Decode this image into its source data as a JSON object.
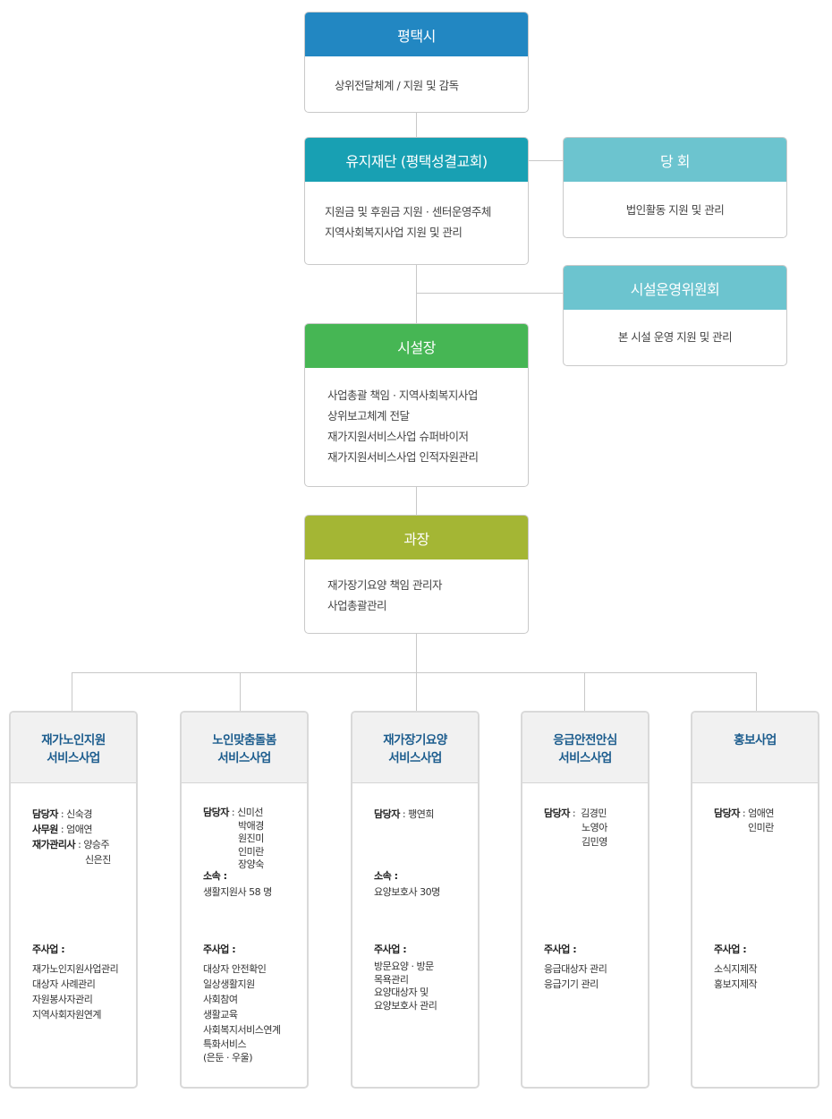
{
  "top": {
    "city": {
      "title": "평택시",
      "lines": [
        "상위전달체계 / 지원 및 감독"
      ]
    },
    "foundation": {
      "title": "유지재단 (평택성결교회)",
      "lines": [
        "지원금 및 후원금 지원 · 센터운영주체",
        "지역사회복지사업 지원 및 관리"
      ]
    },
    "council": {
      "title": "당 회",
      "lines": [
        "법인활동 지원 및 관리"
      ]
    },
    "committee": {
      "title": "시설운영위원회",
      "lines": [
        "본 시설 운영 지원 및 관리"
      ]
    },
    "director": {
      "title": "시설장",
      "lines": [
        "사업총괄 책임 · 지역사회복지사업",
        "상위보고체계 전달",
        "재가지원서비스사업 슈퍼바이저",
        "재가지원서비스사업 인적자원관리"
      ]
    },
    "manager": {
      "title": "과장",
      "lines": [
        "재가장기요양 책임 관리자",
        "사업총괄관리"
      ]
    }
  },
  "depts": [
    {
      "title": [
        "재가노인지원",
        "서비스사업"
      ],
      "staff": [
        {
          "label": "담당자",
          "names": [
            "신숙경"
          ]
        },
        {
          "label": "사무원",
          "names": [
            "엄애연"
          ]
        },
        {
          "label": "재가관리사",
          "names": [
            "양승주",
            "신은진"
          ]
        }
      ],
      "main_label": "주사업 :",
      "main_items": [
        "재가노인지원사업관리",
        "대상자 사례관리",
        "자원봉사자관리",
        "지역사회자원연계"
      ]
    },
    {
      "title": [
        "노인맞춤돌봄",
        "서비스사업"
      ],
      "staff": [
        {
          "label": "담당자",
          "names": [
            "신미선",
            "박애경",
            "원진미",
            "인미란",
            "장양숙"
          ]
        }
      ],
      "affil_label": "소속 :",
      "affil_value": "생활지원사 58 명",
      "main_label": "주사업 :",
      "main_items": [
        "대상자 안전확인",
        "일상생활지원",
        "사회참여",
        "생활교육",
        "사회복지서비스연계",
        "특화서비스",
        "(은둔 · 우울)"
      ]
    },
    {
      "title": [
        "재가장기요양",
        "서비스사업"
      ],
      "staff": [
        {
          "label": "담당자",
          "names": [
            "팽연희"
          ]
        }
      ],
      "affil_label": "소속 :",
      "affil_value": "요양보호사 30명",
      "main_label": "주사업 :",
      "main_items": [
        "방문요양 · 방문",
        "목욕관리",
        "요양대상자 및",
        "요양보호사 관리"
      ]
    },
    {
      "title": [
        "응급안전안심",
        "서비스사업"
      ],
      "staff": [
        {
          "label": "담당자",
          "names": [
            "김경민",
            "노영아",
            "김민영"
          ]
        }
      ],
      "main_label": "주사업 :",
      "main_items": [
        "응급대상자 관리",
        "응급기기 관리"
      ]
    },
    {
      "title": [
        "홍보사업"
      ],
      "staff": [
        {
          "label": "담당자",
          "names": [
            "엄애연",
            "인미란"
          ]
        }
      ],
      "main_label": "주사업 :",
      "main_items": [
        "소식지제작",
        "홍보지제작"
      ]
    }
  ],
  "colors": {
    "city": "#2287c2",
    "foundation": "#18a0b3",
    "side": "#6cc4cf",
    "director": "#46b654",
    "manager": "#a4b634",
    "dept_title": "#1d5d8e"
  }
}
